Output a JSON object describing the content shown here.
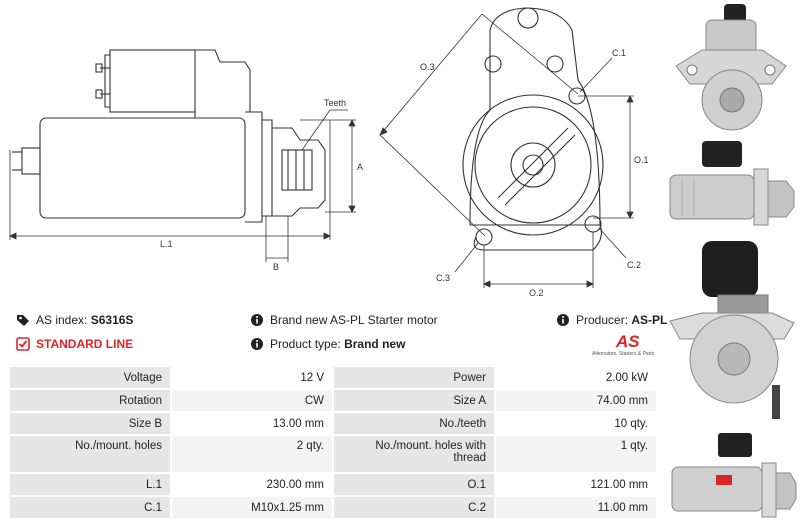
{
  "drawing": {
    "labels": {
      "teeth": "Teeth",
      "a": "A",
      "l1": "L.1",
      "b": "B",
      "o3": "O.3",
      "c1": "C.1",
      "o1": "O.1",
      "c3": "C.3",
      "c2": "C.2",
      "o2": "O.2"
    }
  },
  "info": {
    "as_index_label": "AS index:",
    "as_index_value": "S6316S",
    "standard_line": "STANDARD LINE",
    "description": "Brand new AS-PL Starter motor",
    "product_type_label": "Product type:",
    "product_type_value": "Brand new",
    "producer_label": "Producer:",
    "producer_value": "AS-PL",
    "logo_mark": "AS",
    "logo_tagline": "Alternators, Starters & Parts"
  },
  "specs": [
    [
      "Voltage",
      "12 V",
      "Power",
      "2.00 kW"
    ],
    [
      "Rotation",
      "CW",
      "Size A",
      "74.00 mm"
    ],
    [
      "Size B",
      "13.00 mm",
      "No./teeth",
      "10 qty."
    ],
    [
      "No./mount. holes",
      "2 qty.",
      "No./mount. holes with thread",
      "1 qty."
    ],
    [
      "L.1",
      "230.00 mm",
      "O.1",
      "121.00 mm"
    ],
    [
      "C.1",
      "M10x1.25 mm",
      "C.2",
      "11.00 mm"
    ]
  ],
  "colors": {
    "accent": "#d8262c",
    "line": "#333333"
  }
}
